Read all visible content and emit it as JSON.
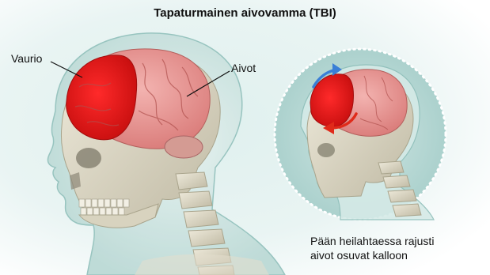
{
  "title": "Tapaturmainen aivovamma (TBI)",
  "labels": {
    "damage": "Vaurio",
    "brain": "Aivot"
  },
  "caption": {
    "line1": "Pään heilahtaessa rajusti",
    "line2": "aivot osuvat kalloon"
  },
  "colors": {
    "background": "#ffffff",
    "skin_tint": "#d6ece9",
    "brain_pink": "#e58a8a",
    "damage_red": "#e01a1a",
    "bone": "#ddd8c4",
    "arrow_blue": "#3a7fd6",
    "arrow_red": "#e02a1a"
  },
  "icons": [
    "head-silhouette",
    "skull",
    "brain",
    "spine",
    "circular-arrow"
  ]
}
